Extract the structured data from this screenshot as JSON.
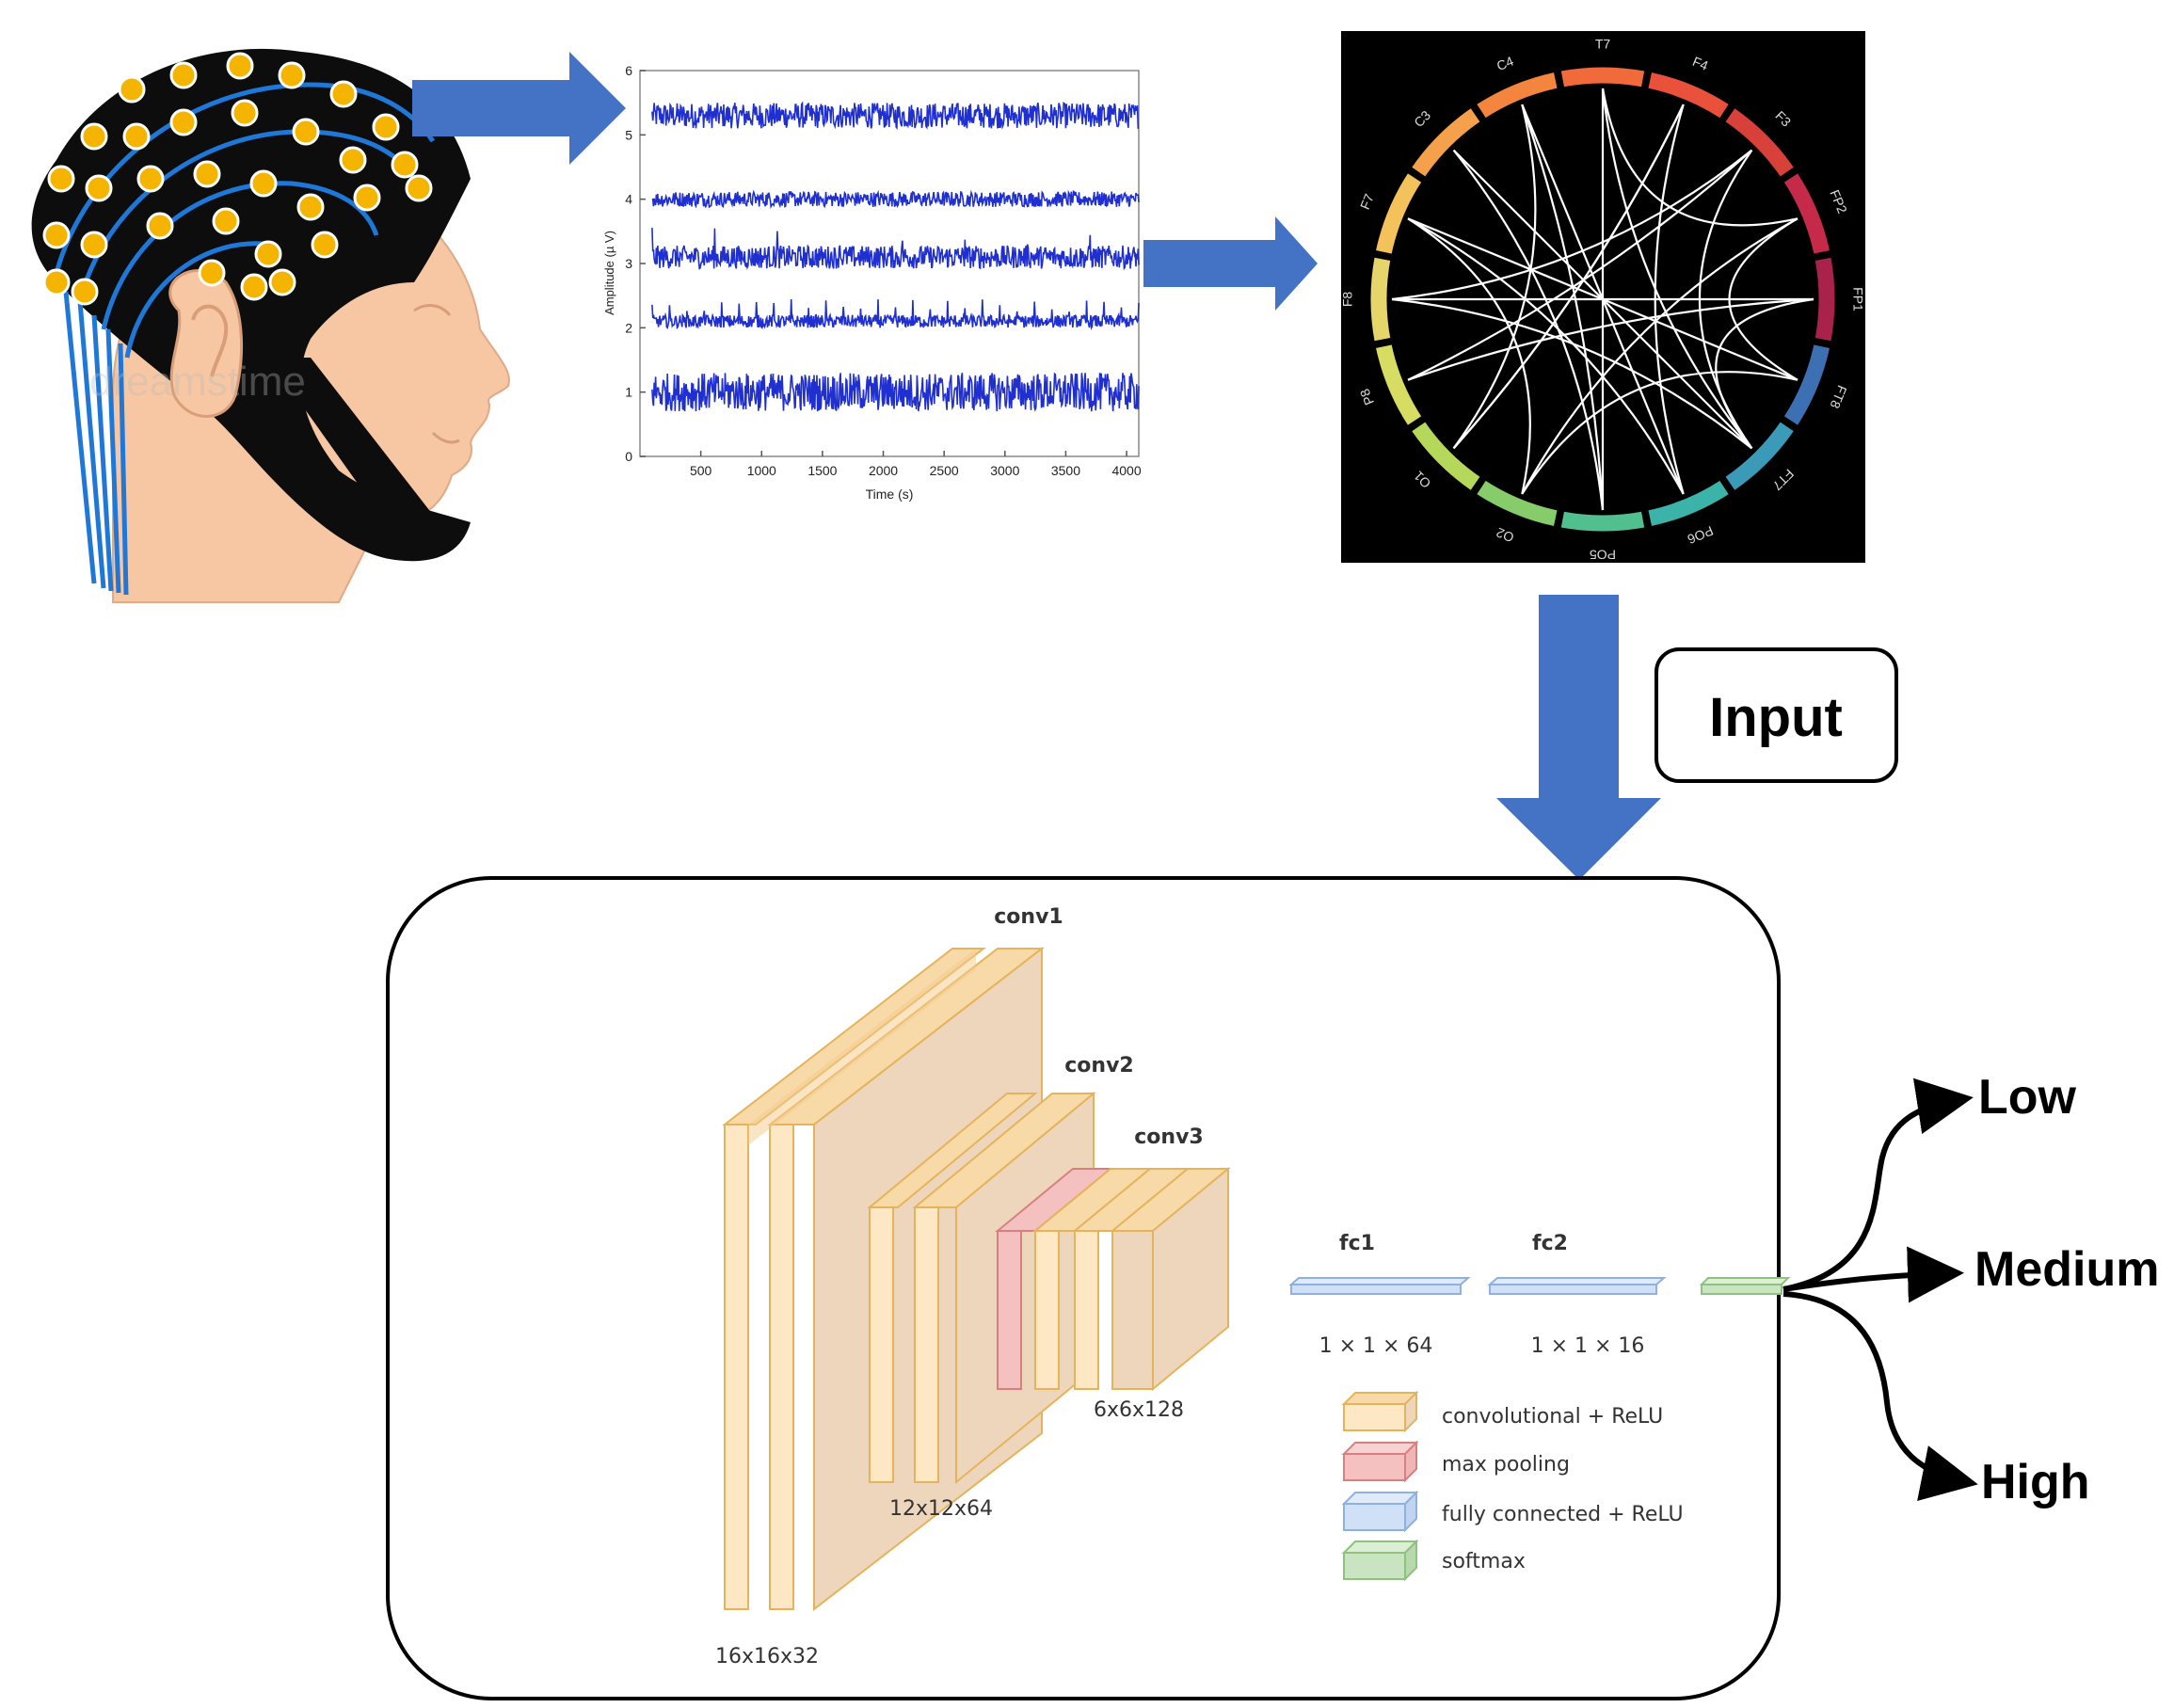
{
  "eeg_plot": {
    "ylabel": "Amplitude (µ V)",
    "xlabel": "Time (s)",
    "x_ticks": [
      "500",
      "1000",
      "1500",
      "2000",
      "2500",
      "3000",
      "3500",
      "4000"
    ],
    "y_ticks": [
      "0",
      "1",
      "2",
      "3",
      "4",
      "5",
      "6"
    ],
    "line_color": "#1f2fd0"
  },
  "connectivity": {
    "electrodes": [
      "T7",
      "F4",
      "F3",
      "FP2",
      "FP1",
      "FT8",
      "FT7",
      "PO6",
      "PO5",
      "O2",
      "O1",
      "P8",
      "F8",
      "F7",
      "C3",
      "C4"
    ]
  },
  "input_label": "Input",
  "arrow_color": "#4472c4",
  "cnn": {
    "layers": {
      "conv1": "conv1",
      "conv2": "conv2",
      "conv3": "conv3",
      "fc1": "fc1",
      "fc2": "fc2"
    },
    "dims": {
      "conv1": "16x16x32",
      "conv2": "12x12x64",
      "conv3": "6x6x128",
      "fc1": "1 × 1 × 64",
      "fc2": "1 × 1 × 16"
    },
    "legend": [
      {
        "label": "convolutional + ReLU",
        "color": "#fde7c4"
      },
      {
        "label": "max pooling",
        "color": "#f4c0c0"
      },
      {
        "label": "fully connected + ReLU",
        "color": "#cfe0f7"
      },
      {
        "label": "softmax",
        "color": "#c9e4c0"
      }
    ]
  },
  "outputs": {
    "low": "Low",
    "medium": "Medium",
    "high": "High"
  }
}
